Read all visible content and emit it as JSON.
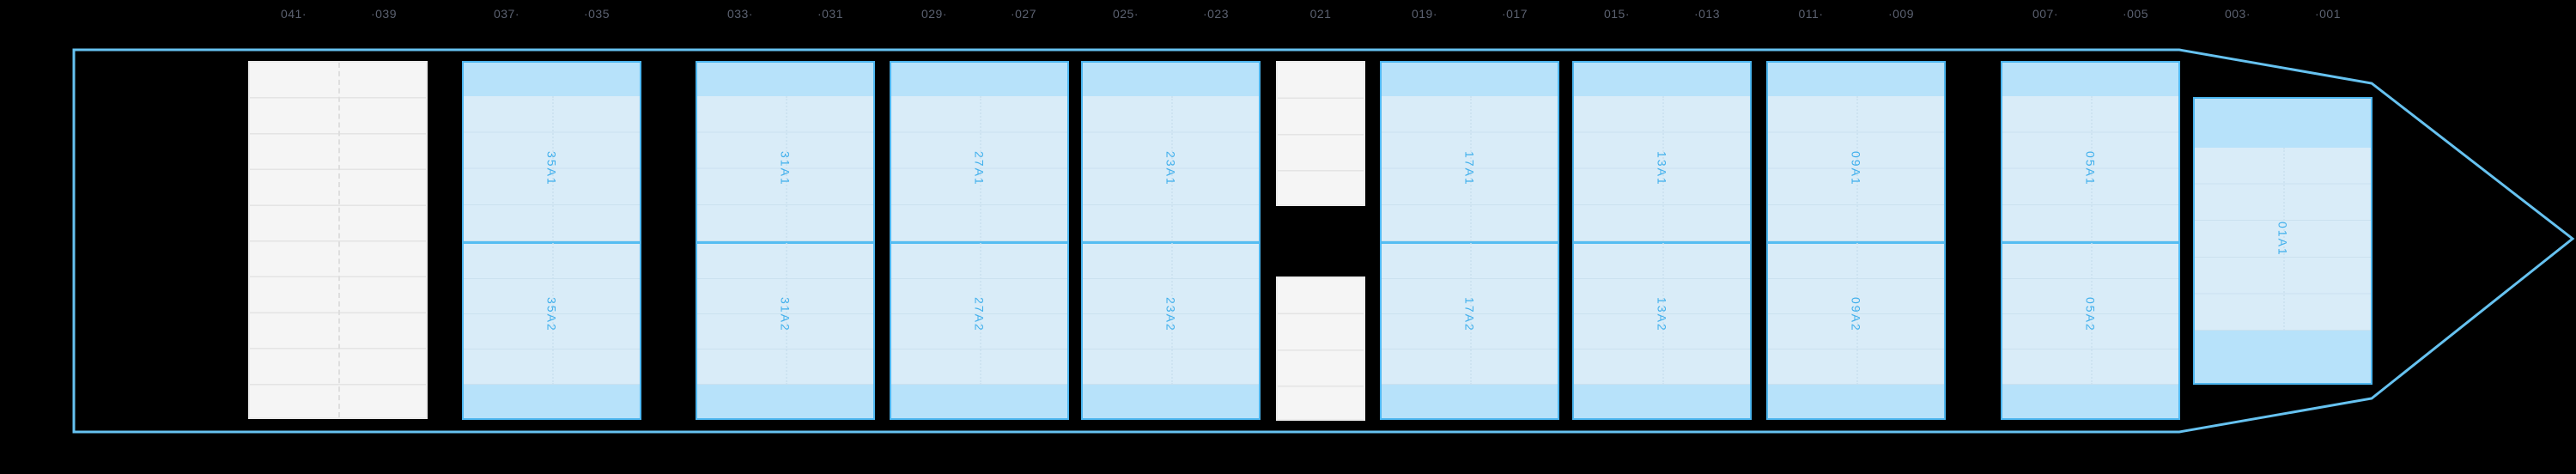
{
  "plan": {
    "type": "vessel-bay-plan",
    "top_labels": [
      "041·",
      "·039",
      "037·",
      "·035",
      "033·",
      "·031",
      "029·",
      "·027",
      "025·",
      "·023",
      "021",
      "019·",
      "·017",
      "015·",
      "·013",
      "011·",
      "·009",
      "007·",
      "·005",
      "003·",
      "·001"
    ],
    "bays": [
      {
        "a1": "35A1",
        "a2": "35A2"
      },
      {
        "a1": "31A1",
        "a2": "31A2"
      },
      {
        "a1": "27A1",
        "a2": "27A2"
      },
      {
        "a1": "23A1",
        "a2": "23A2"
      },
      {
        "a1": "17A1",
        "a2": "17A2"
      },
      {
        "a1": "13A1",
        "a2": "13A2"
      },
      {
        "a1": "09A1",
        "a2": "09A2"
      },
      {
        "a1": "05A1",
        "a2": "05A2"
      }
    ],
    "bow_bay": {
      "label": "01A1"
    },
    "colors": {
      "background": "#000000",
      "hull_outline": "#66c2f0",
      "bay_border": "#4db6ef",
      "bay_fill": "#d9ecf8",
      "bay_band_fill": "#b7e2fa",
      "bay_divider": "#55bdf2",
      "bay_label_text": "#3fafec",
      "top_label_text": "#5b6170",
      "white_cell_fill": "#f5f5f5",
      "white_cell_line": "#e4e4e4"
    }
  }
}
